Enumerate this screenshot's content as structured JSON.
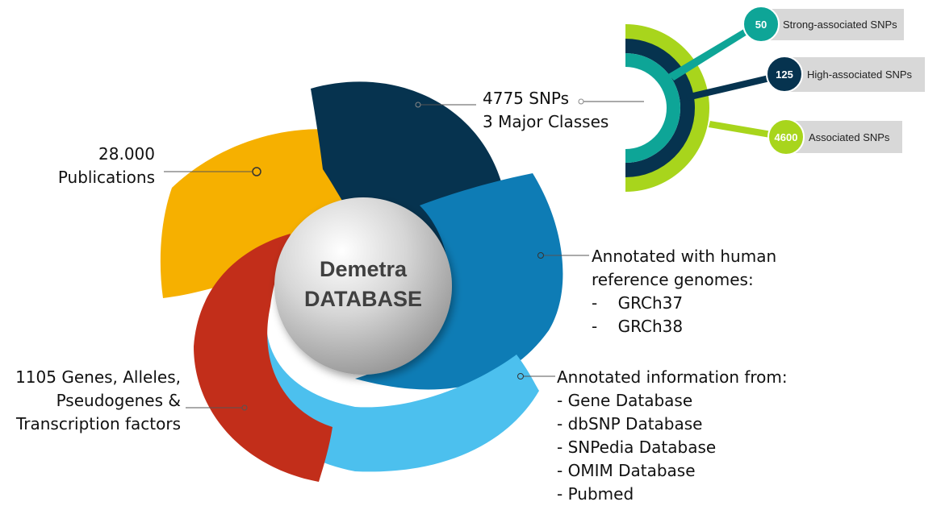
{
  "center": {
    "line1": "Demetra",
    "line2": "DATABASE"
  },
  "segments": {
    "snps": {
      "line1": "4775 SNPs",
      "line2": "3 Major Classes",
      "color": "#06334F"
    },
    "publications": {
      "line1": "28.000",
      "line2": "Publications",
      "color": "#F6B000"
    },
    "genes": {
      "lines": [
        "1105 Genes, Alleles,",
        "Pseudogenes &",
        "Transcription factors"
      ],
      "color": "#C22E1A"
    },
    "reference": {
      "lines": [
        "Annotated with human",
        "reference genomes:",
        "-    GRCh37",
        "-    GRCh38"
      ],
      "color": "#0E7CB5"
    },
    "databases": {
      "lines": [
        "Annotated information from:",
        "- Gene Database",
        "- dbSNP Database",
        "- SNPedia Database",
        "- OMIM Database",
        "- Pubmed"
      ],
      "color": "#4CC0EE"
    }
  },
  "snp_classes": [
    {
      "value": "50",
      "label": "Strong-associated SNPs",
      "color": "#0EA597"
    },
    {
      "value": "125",
      "label": "High-associated SNPs",
      "color": "#06334F"
    },
    {
      "value": "4600",
      "label": "Associated SNPs",
      "color": "#A8D51C"
    }
  ]
}
